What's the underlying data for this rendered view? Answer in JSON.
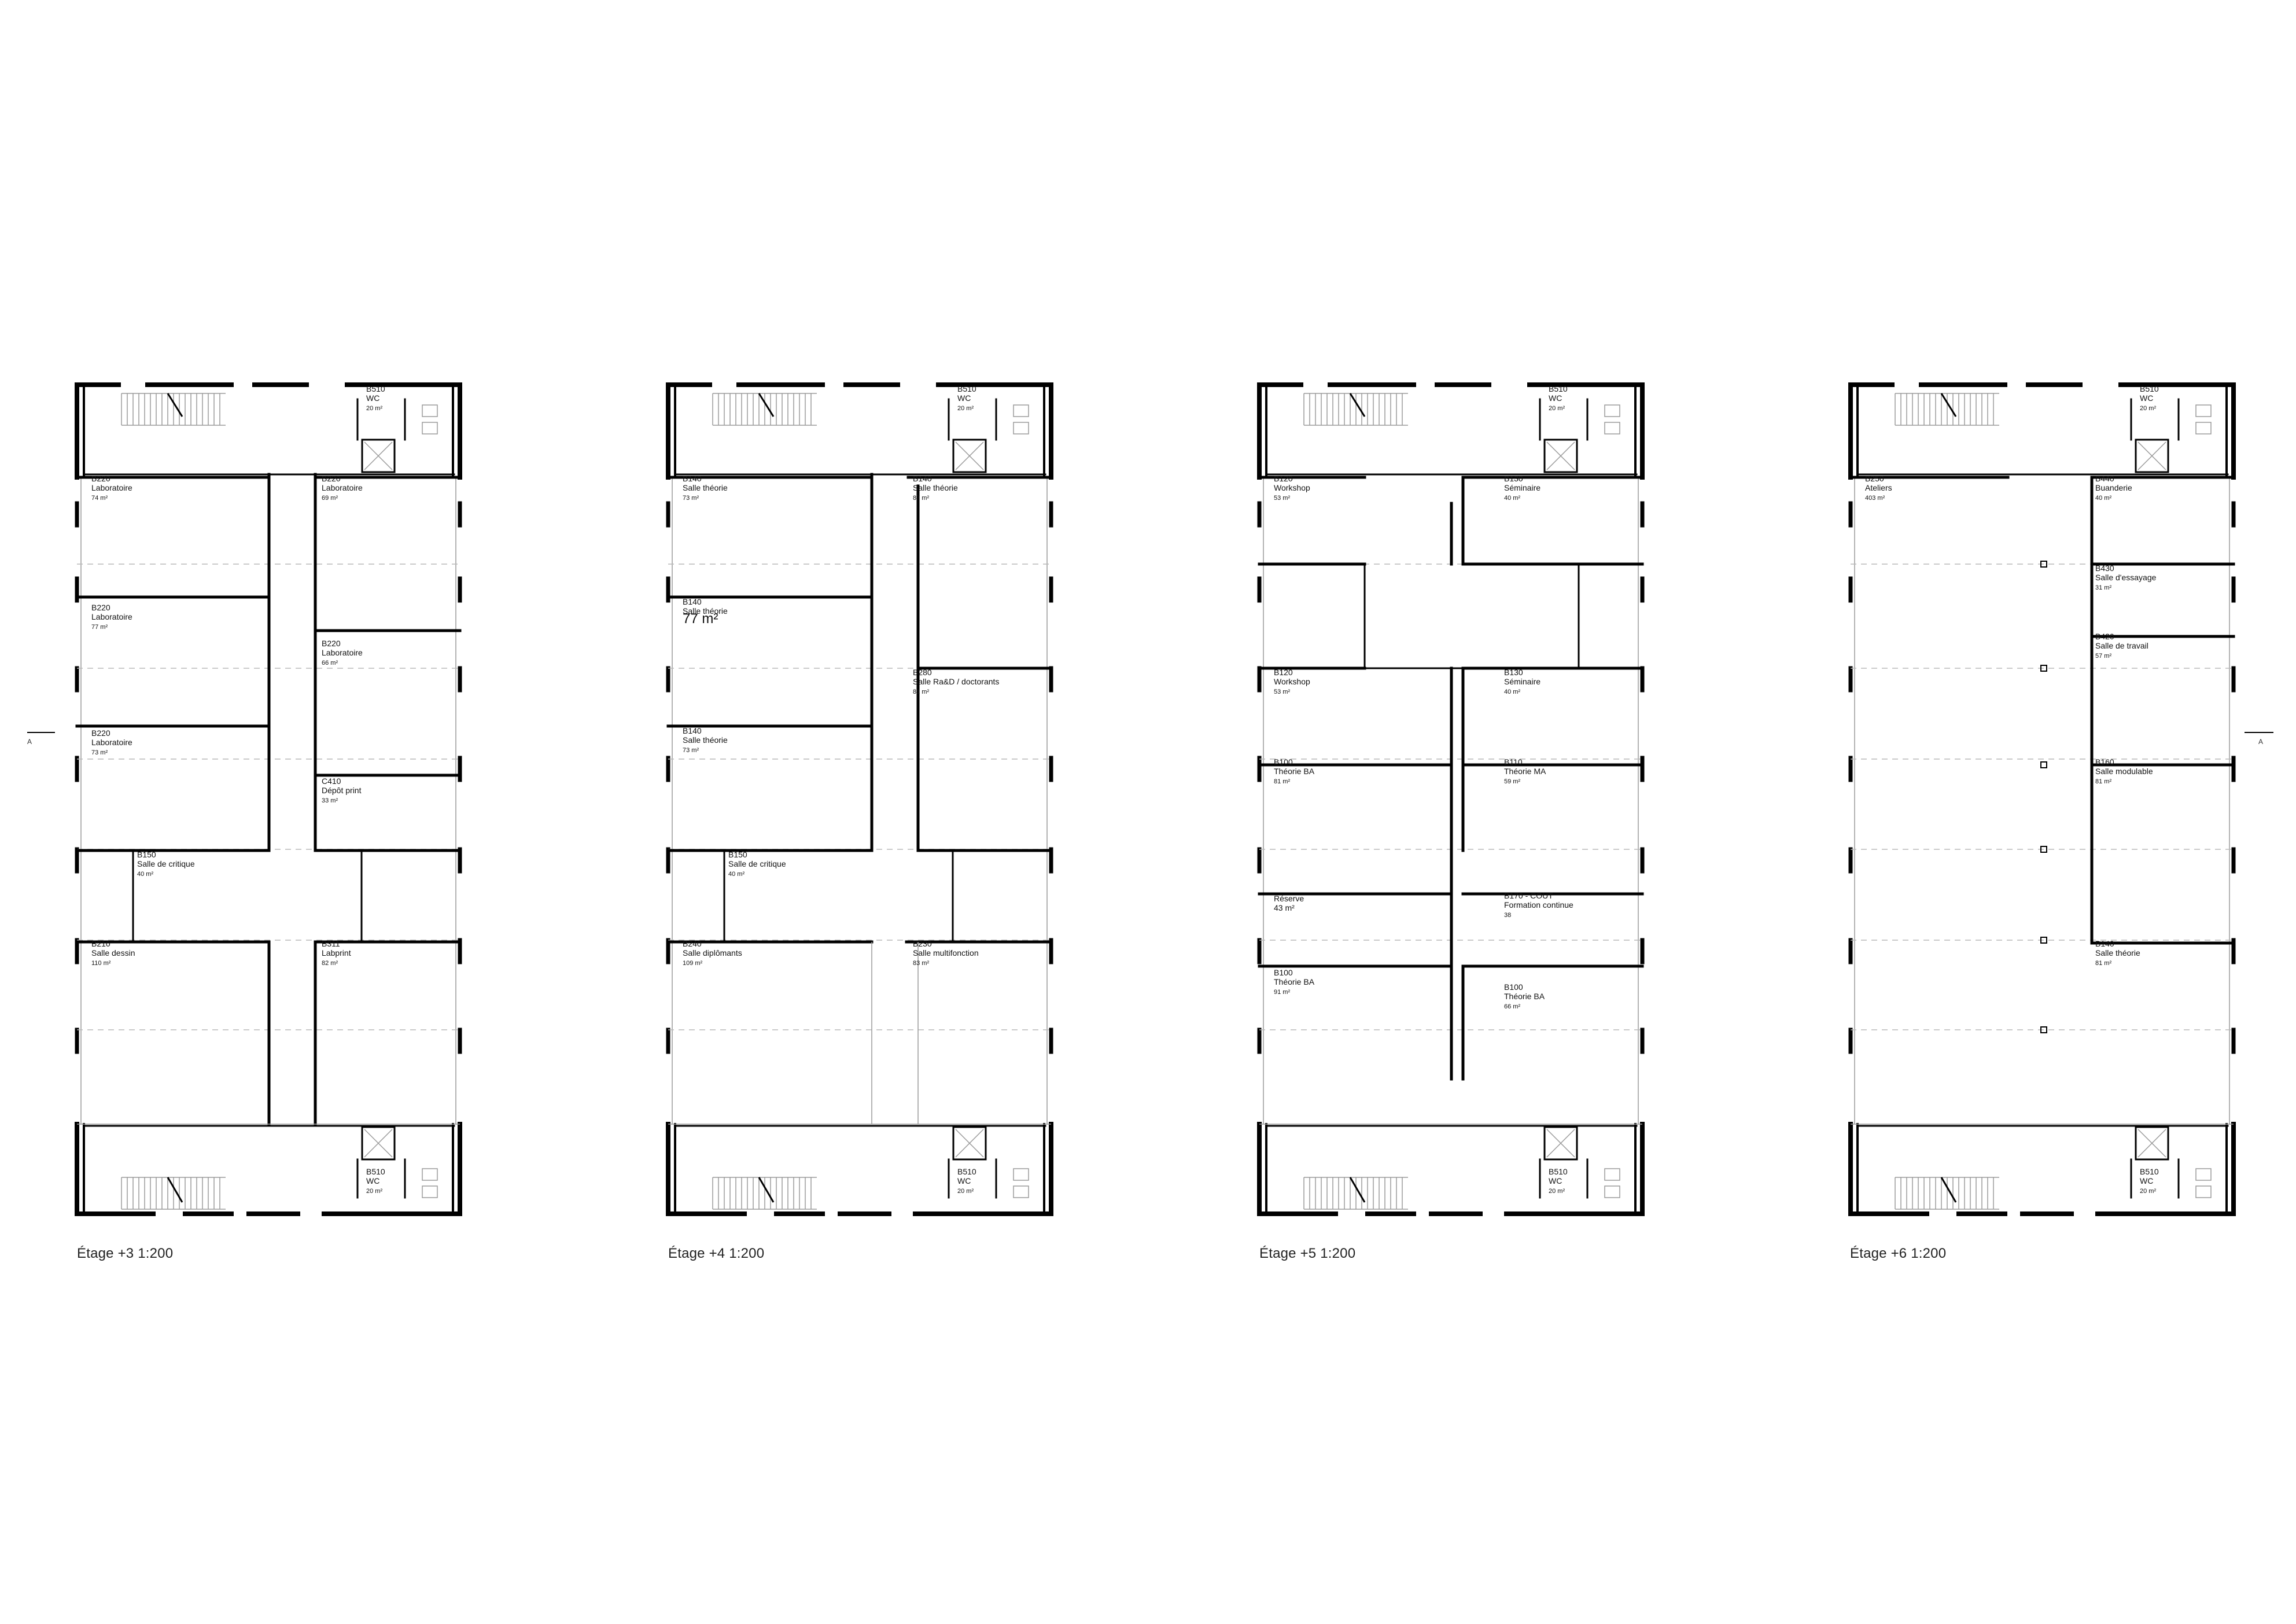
{
  "section_marker": {
    "left": "A",
    "right": "A"
  },
  "colors": {
    "wall": "#000000",
    "light_line": "#9a9a9a",
    "dash": "#b8b8b8",
    "text": "#111111"
  },
  "plans": [
    {
      "caption": "Étage +3 1:200",
      "rooms": [
        {
          "code": "B510",
          "name": "WC",
          "area": "20 m²"
        },
        {
          "code": "B220",
          "name": "Laboratoire",
          "area": "74 m²"
        },
        {
          "code": "B220",
          "name": "Laboratoire",
          "area": "69 m²"
        },
        {
          "code": "B220",
          "name": "Laboratoire",
          "area": "77 m²"
        },
        {
          "code": "B220",
          "name": "Laboratoire",
          "area": "66 m²"
        },
        {
          "code": "B220",
          "name": "Laboratoire",
          "area": "73 m²"
        },
        {
          "code": "C410",
          "name": "Dépôt print",
          "area": "33 m²"
        },
        {
          "code": "B150",
          "name": "Salle de critique",
          "area": "40 m²"
        },
        {
          "code": "B210",
          "name": "Salle dessin",
          "area": "110 m²"
        },
        {
          "code": "B311",
          "name": "Labprint",
          "area": "82 m²"
        },
        {
          "code": "B510",
          "name": "WC",
          "area": "20 m²"
        }
      ]
    },
    {
      "caption": "Étage +4 1:200",
      "rooms": [
        {
          "code": "B510",
          "name": "WC",
          "area": "20 m²"
        },
        {
          "code": "B140",
          "name": "Salle théorie",
          "area": "73 m²"
        },
        {
          "code": "B140",
          "name": "Salle théorie",
          "area": "87 m²"
        },
        {
          "code": "B140",
          "name": "Salle théorie",
          "area": "77 m²"
        },
        {
          "code": "B280",
          "name": "Salle Ra&D / doctorants",
          "area": "81 m²"
        },
        {
          "code": "B140",
          "name": "Salle théorie",
          "area": "73 m²"
        },
        {
          "code": "B150",
          "name": "Salle de critique",
          "area": "40 m²"
        },
        {
          "code": "B240",
          "name": "Salle diplômants",
          "area": "109 m²"
        },
        {
          "code": "B230",
          "name": "Salle multifonction",
          "area": "83 m²"
        },
        {
          "code": "B510",
          "name": "WC",
          "area": "20 m²"
        }
      ]
    },
    {
      "caption": "Étage +5 1:200",
      "rooms": [
        {
          "code": "B510",
          "name": "WC",
          "area": "20 m²"
        },
        {
          "code": "B120",
          "name": "Workshop",
          "area": "53 m²"
        },
        {
          "code": "B130",
          "name": "Séminaire",
          "area": "40 m²"
        },
        {
          "code": "B120",
          "name": "Workshop",
          "area": "53 m²"
        },
        {
          "code": "B130",
          "name": "Séminaire",
          "area": "40 m²"
        },
        {
          "code": "B100",
          "name": "Théorie BA",
          "area": "81 m²"
        },
        {
          "code": "B110",
          "name": "Théorie MA",
          "area": "59 m²"
        },
        {
          "code": "",
          "name": "Réserve",
          "area": "43 m²"
        },
        {
          "code": "B170 - COUT",
          "name": "Formation continue",
          "area": "38"
        },
        {
          "code": "B100",
          "name": "Théorie BA",
          "area": "91 m²"
        },
        {
          "code": "B100",
          "name": "Théorie BA",
          "area": "66 m²"
        },
        {
          "code": "B510",
          "name": "WC",
          "area": "20 m²"
        }
      ]
    },
    {
      "caption": "Étage +6 1:200",
      "rooms": [
        {
          "code": "B510",
          "name": "WC",
          "area": "20 m²"
        },
        {
          "code": "B250",
          "name": "Ateliers",
          "area": "403 m²"
        },
        {
          "code": "B440",
          "name": "Buanderie",
          "area": "40 m²"
        },
        {
          "code": "B430",
          "name": "Salle d'essayage",
          "area": "31 m²"
        },
        {
          "code": "B420",
          "name": "Salle de travail",
          "area": "57 m²"
        },
        {
          "code": "B160",
          "name": "Salle modulable",
          "area": "81 m²"
        },
        {
          "code": "B140",
          "name": "Salle théorie",
          "area": "81 m²"
        },
        {
          "code": "B510",
          "name": "WC",
          "area": "20 m²"
        }
      ]
    }
  ]
}
